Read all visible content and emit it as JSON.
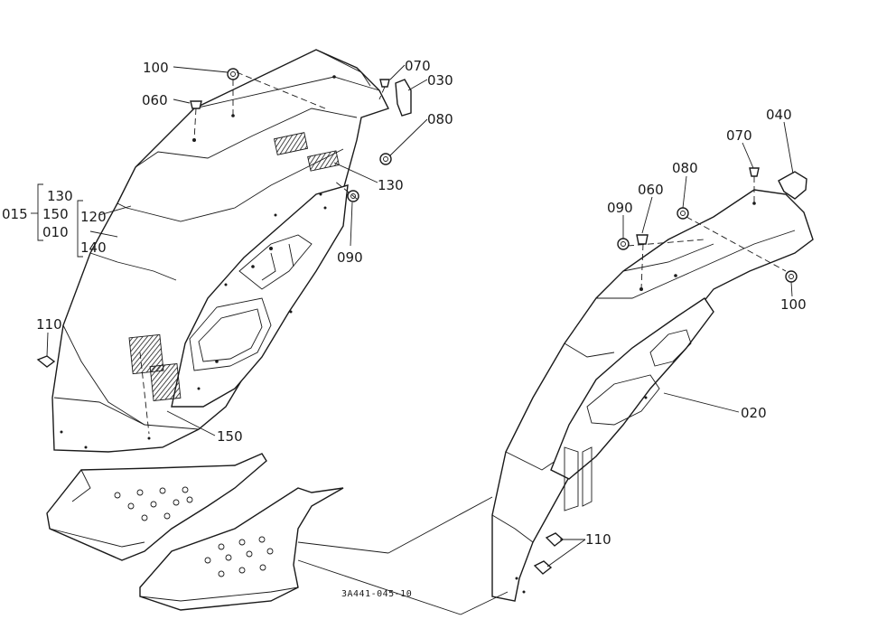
{
  "figure_code": "3A441-045-10",
  "labels": {
    "p100a": "100",
    "p060a": "060",
    "p070a": "070",
    "p030": "030",
    "p080a": "080",
    "p130a": "130",
    "p130b": "130",
    "p150a": "150",
    "p015": "015",
    "p010": "010",
    "p120": "120",
    "p140": "140",
    "p090a": "090",
    "p110a": "110",
    "p150b": "150",
    "p040": "040",
    "p070b": "070",
    "p080b": "080",
    "p060b": "060",
    "p090b": "090",
    "p100b": "100",
    "p020": "020",
    "p110b": "110"
  }
}
